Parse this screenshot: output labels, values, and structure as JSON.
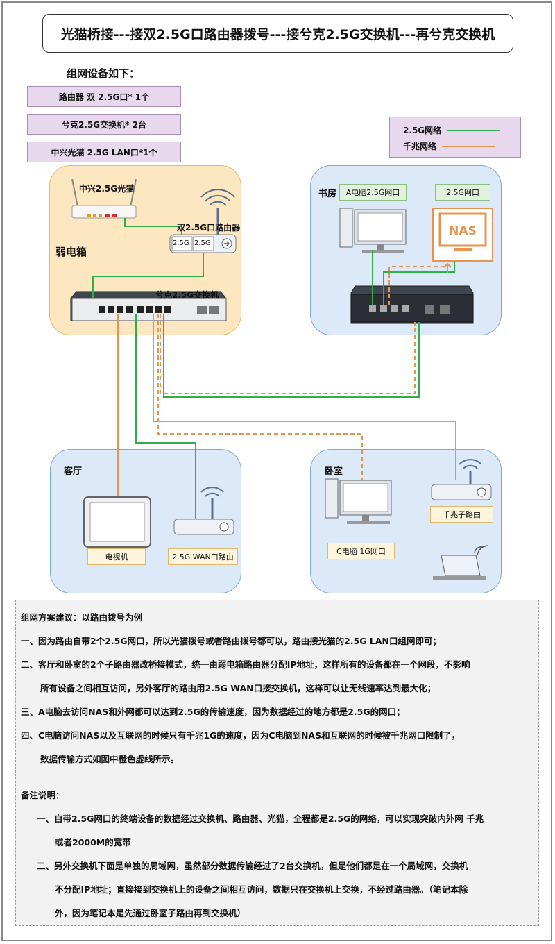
{
  "title": "光猫桥接---接双2.5G口路由器拨号---接兮克2.5G交换机---再兮克交换机",
  "equipment_heading": "组网设备如下：",
  "equipment": [
    "路由器 双 2.5G口* 1个",
    "兮克2.5G交换机* 2台",
    "中兴光猫  2.5G LAN口*1个"
  ],
  "legend": [
    {
      "label": "2.5G网络",
      "color": "#2fae4a"
    },
    {
      "label": "千兆网络",
      "color": "#e8934f"
    }
  ],
  "zones": {
    "weak_box": {
      "title": "弱电箱",
      "modem_label": "中兴2.5G光猫",
      "router_label": "双2.5G口路由器",
      "router_ports": [
        "2.5G",
        "2.5G"
      ],
      "switch_label": "兮克2.5G交换机"
    },
    "study": {
      "title": "书房",
      "pc_tag": "A电脑2.5G网口",
      "nas_tag": "2.5G网口",
      "nas_text": "NAS"
    },
    "living": {
      "title": "客厅",
      "tv_tag": "电视机",
      "router_tag": "2.5G WAN口路由"
    },
    "bedroom": {
      "title": "卧室",
      "pc_tag": "C电脑  1G网口",
      "router_tag": "千兆子路由"
    }
  },
  "notes": {
    "heading": "组网方案建议：以路由拨号为例",
    "lines": [
      "一、因为路由自带2个2.5G网口，所以光猫拨号或者路由拨号都可以，路由接光猫的2.5G  LAN口组网即可；",
      "二、客厅和卧室的2个子路由器改桥接模式，统一由弱电箱路由器分配IP地址，这样所有的设备都在一个网段，不影响",
      "所有设备之间相互访问，另外客厅的路由用2.5G WAN口接交换机，这样可以让无线速率达到最大化；",
      "三、A电脑去访问NAS和外网都可以达到2.5G的传输速度，因为数据经过的地方都是2.5G的网口；",
      "四、C电脑访问NAS以及互联网的时候只有千兆1G的速度，因为C电脑到NAS和互联网的时候被千兆网口限制了，",
      "数据传输方式如图中橙色虚线所示。"
    ],
    "remarks_heading": "备注说明：",
    "remarks": [
      "一、自带2.5G网口的终端设备的数据经过交换机、路由器、光猫，全程都是2.5G的网络，可以实现突破内外网 千兆",
      "或者2000M的宽带",
      "二、另外交换机下面是单独的局域网，虽然部分数据传输经过了2台交换机，但是他们都是在一个局域网，交换机",
      "不分配IP地址；直接接到交换机上的设备之间相互访问，数据只在交换机上交换，不经过路由器。（笔记本除",
      "外，因为笔记本是先通过卧室子路由再到交换机）"
    ]
  }
}
